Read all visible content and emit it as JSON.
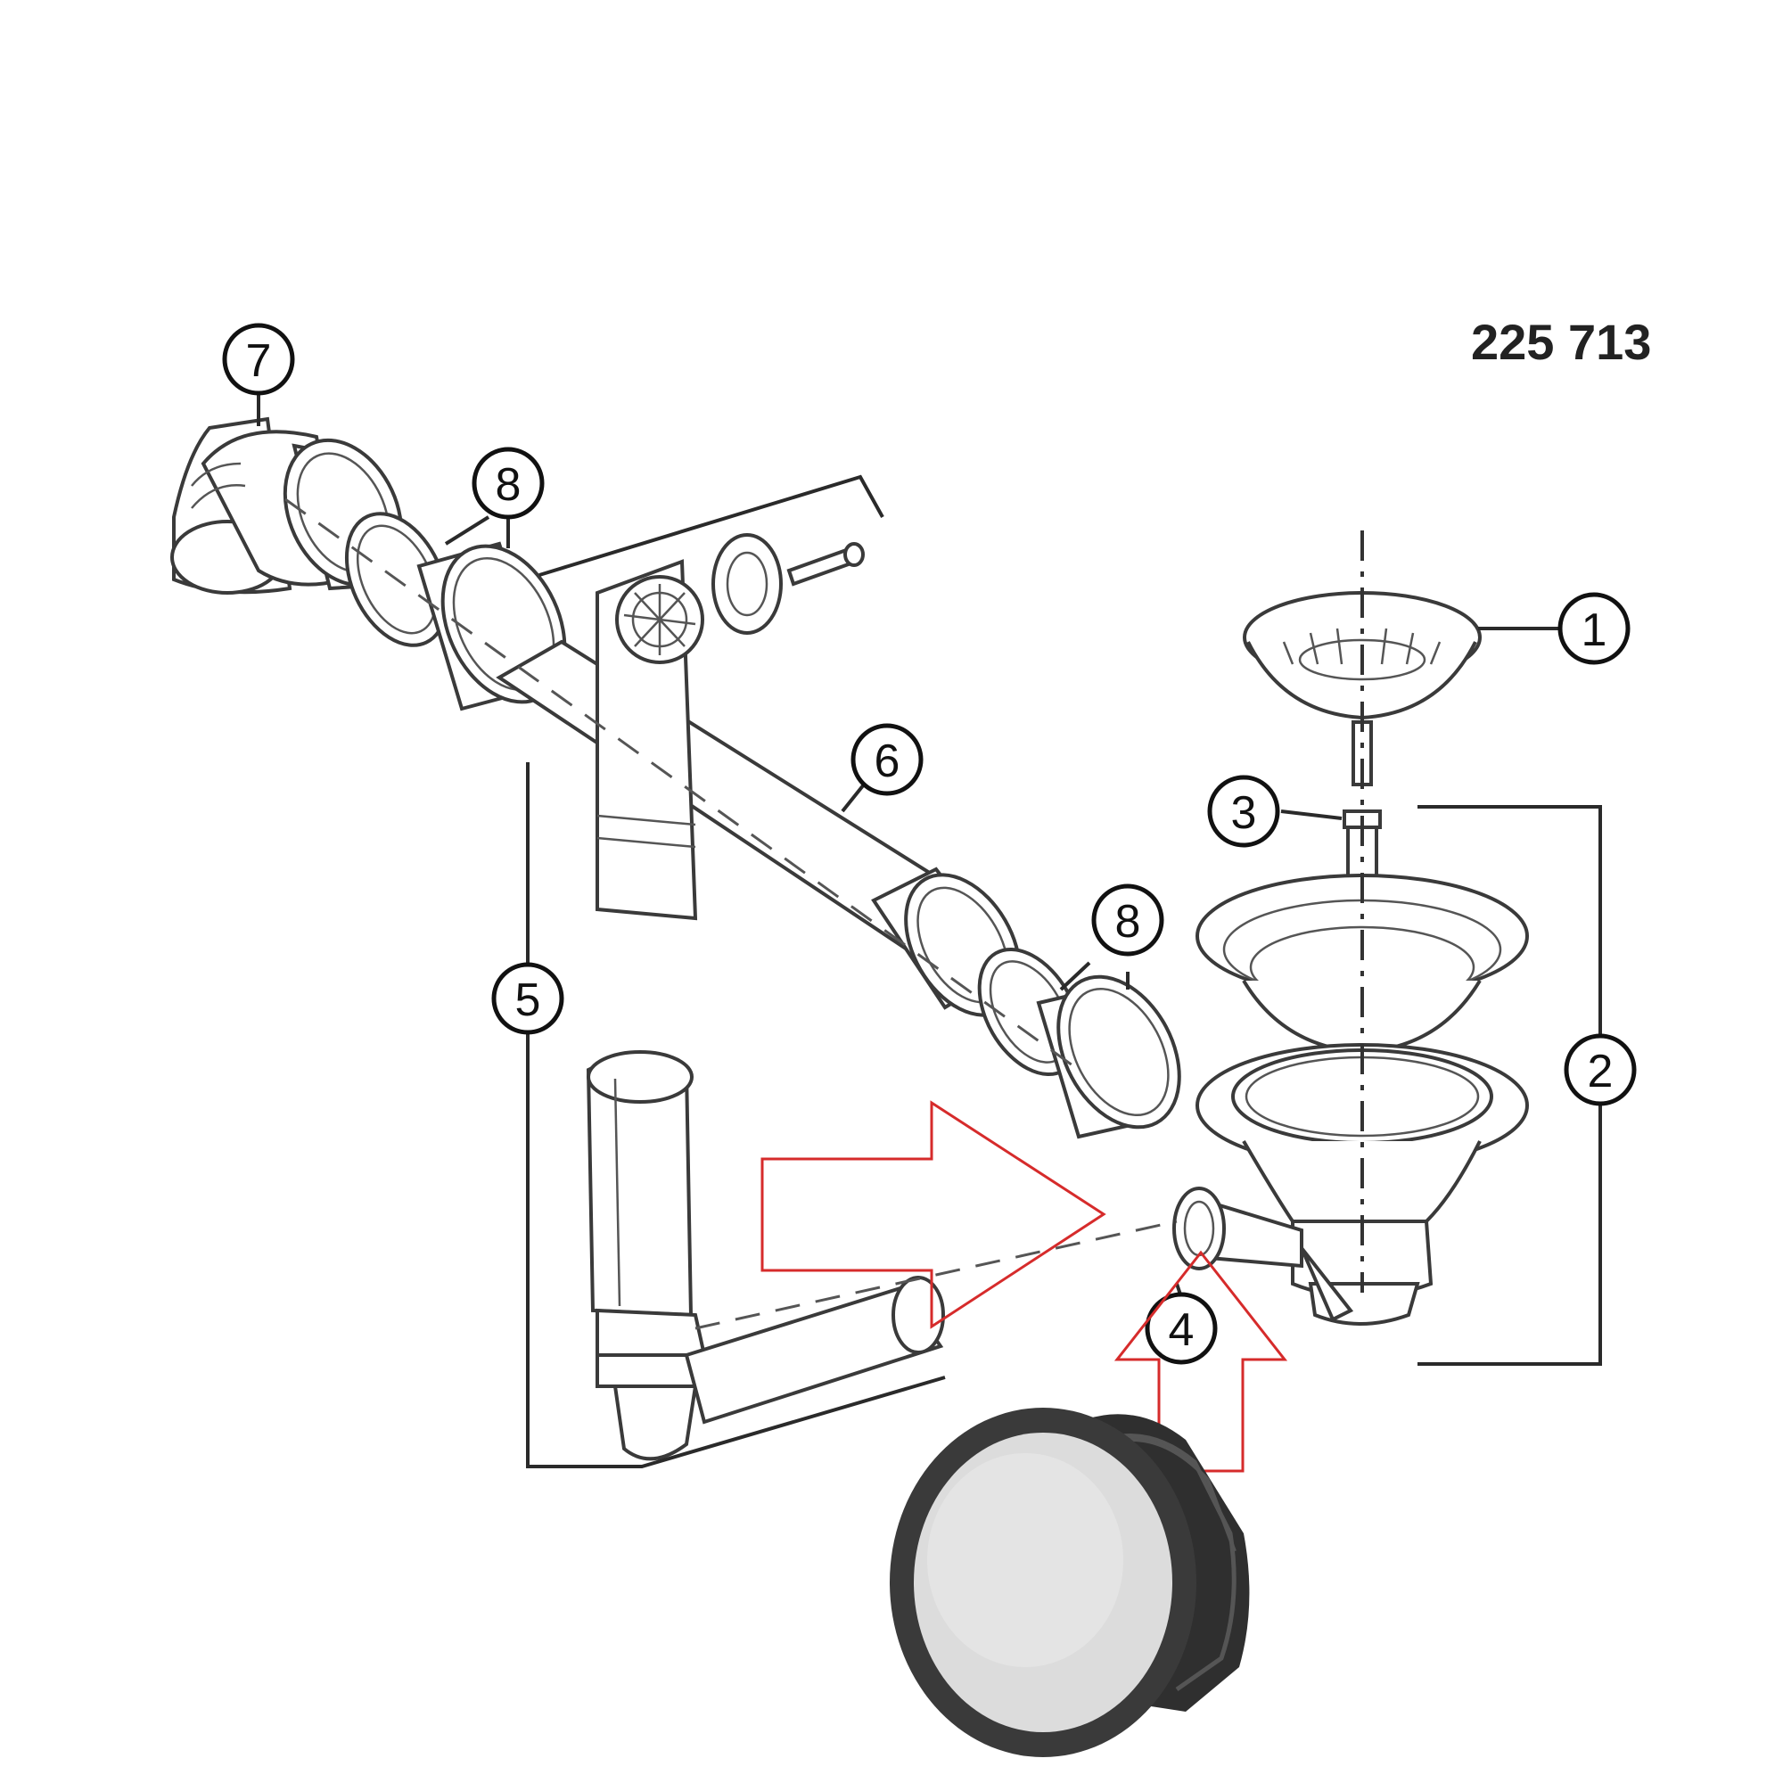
{
  "diagram": {
    "code": "225 713",
    "callouts": [
      {
        "id": "c1",
        "text": "1"
      },
      {
        "id": "c2",
        "text": "2"
      },
      {
        "id": "c3",
        "text": "3"
      },
      {
        "id": "c4",
        "text": "4"
      },
      {
        "id": "c5",
        "text": "5"
      },
      {
        "id": "c6",
        "text": "6"
      },
      {
        "id": "c7",
        "text": "7"
      },
      {
        "id": "c8a",
        "text": "8"
      },
      {
        "id": "c8b",
        "text": "8"
      }
    ],
    "highlight_color": "#d62b2b",
    "cap_colors": {
      "rim": "#3a3a3a",
      "face": "#dcdcdc"
    }
  }
}
